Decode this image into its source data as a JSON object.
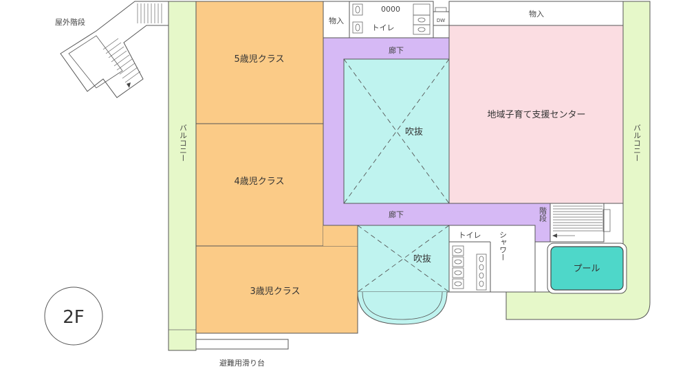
{
  "floor_label": "2F",
  "rooms": {
    "class5": "5歳児クラス",
    "class4": "4歳児クラス",
    "class3": "3歳児クラス",
    "support_center": "地域子育て支援センター",
    "atrium_top": "吹抜",
    "atrium_bottom": "吹抜",
    "corridor_top": "廊下",
    "corridor_mid": "廊下",
    "storage_left": "物入",
    "storage_right": "物入",
    "toilet_top": "トイレ",
    "toilet_bottom": "トイレ",
    "shower": "シャワー",
    "stairs": "階段",
    "pool": "プール",
    "balcony_left": "バルコニー",
    "balcony_right": "バルコニー",
    "exterior_stairs": "屋外階段",
    "slide": "避難用滑り台",
    "dw": "DW",
    "toilet_stalls": "0000"
  },
  "colors": {
    "classroom": "#fbcb87",
    "support": "#fbdde2",
    "corridor": "#d6b9f5",
    "atrium": "#bff3ef",
    "balcony": "#e6f8c9",
    "pool": "#4ed7c9"
  }
}
